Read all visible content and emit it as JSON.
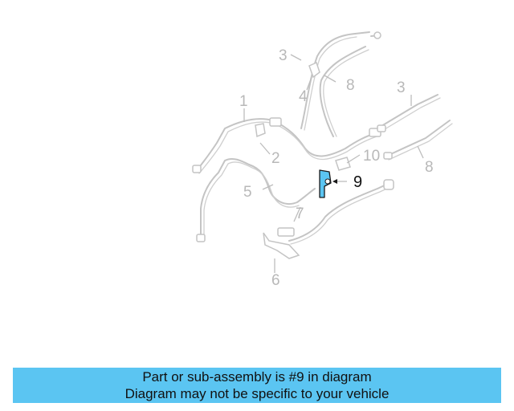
{
  "diagram": {
    "callouts": [
      "1",
      "2",
      "3",
      "3",
      "4",
      "5",
      "6",
      "7",
      "8",
      "8",
      "9",
      "10"
    ],
    "highlight_callout": "9",
    "highlight_color": "#5bc5f2"
  },
  "banner": {
    "line1": "Part or sub-assembly is #9 in diagram",
    "line2": "Diagram may not be specific to your vehicle",
    "background": "#5bc5f2"
  }
}
